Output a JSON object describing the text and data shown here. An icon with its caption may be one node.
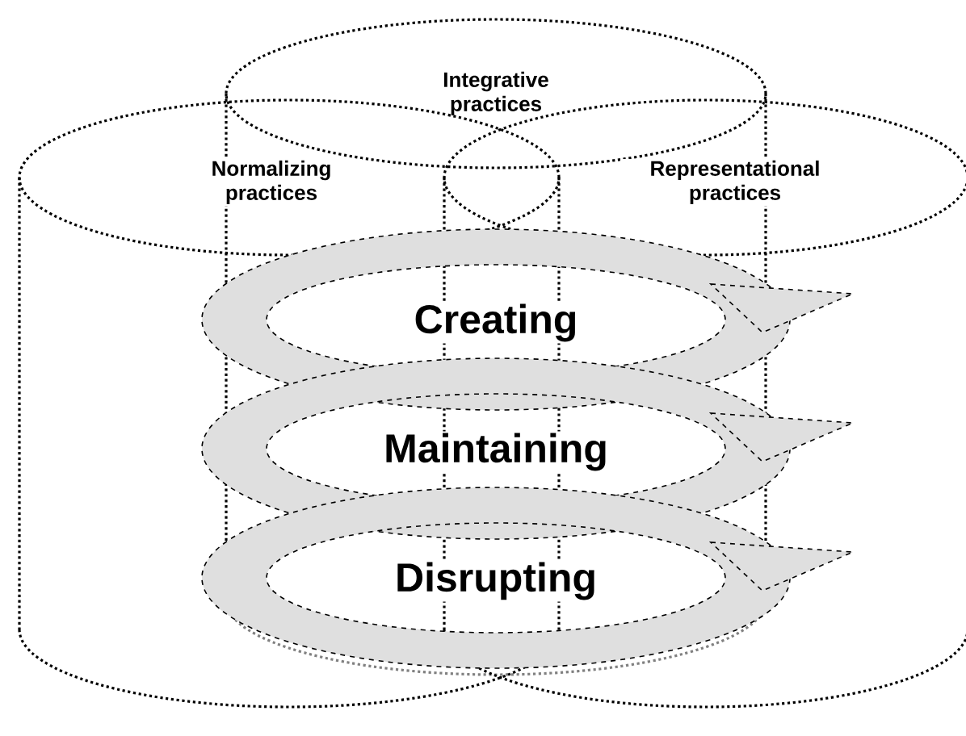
{
  "diagram": {
    "nodes": [
      {
        "text": [
          "Integrative practices"
        ]
      },
      {
        "text": [
          "Normalizing practices"
        ]
      },
      {
        "text": [
          "Representational practices"
        ]
      },
      {
        "text": [
          "Creating"
        ]
      },
      {
        "text": [
          "Maintaining"
        ]
      },
      {
        "text": [
          "Disrupting"
        ]
      }
    ]
  }
}
